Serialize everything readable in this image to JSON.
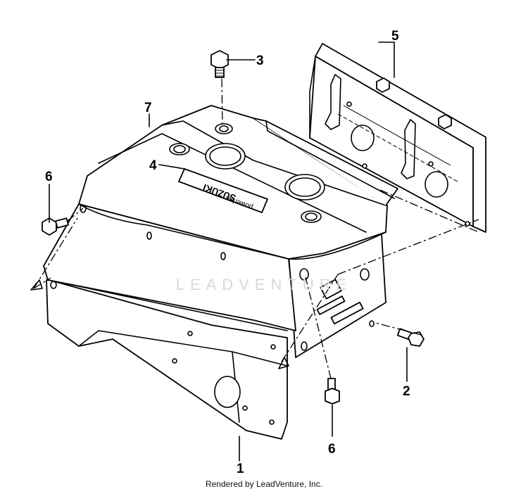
{
  "diagram": {
    "callouts": [
      {
        "id": "callout-1",
        "label": "1"
      },
      {
        "id": "callout-2",
        "label": "2"
      },
      {
        "id": "callout-3",
        "label": "3"
      },
      {
        "id": "callout-4",
        "label": "4"
      },
      {
        "id": "callout-5",
        "label": "5"
      },
      {
        "id": "callout-6a",
        "label": "6"
      },
      {
        "id": "callout-6b",
        "label": "6"
      },
      {
        "id": "callout-7",
        "label": "7"
      }
    ],
    "emblem": {
      "brand_line1": "SUZUKI",
      "brand_line2": "powerbar"
    }
  },
  "watermark": "LEADVENTURE",
  "footer": "Rendered by LeadVenture, Inc."
}
